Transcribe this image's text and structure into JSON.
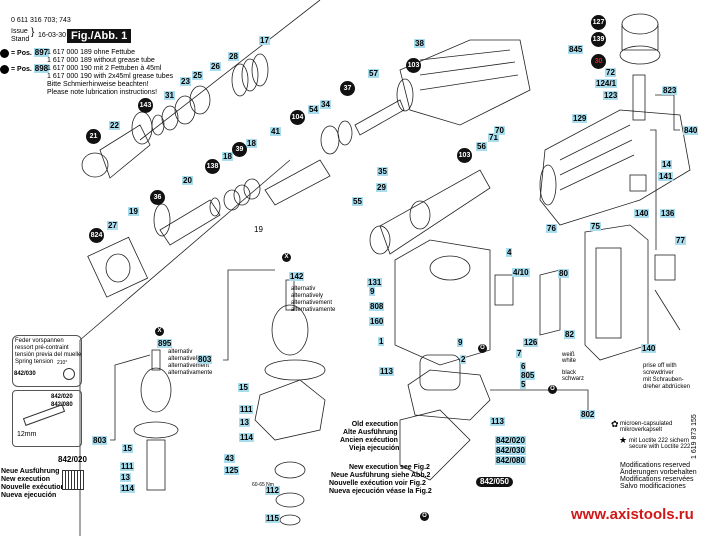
{
  "header": {
    "part_numbers": "0 611 316 703; 743",
    "issue_label": "Issue",
    "stand_label": "Stand",
    "issue_date": "16-03-30",
    "figure_title": "Fig./Abb. 1"
  },
  "lubrication": {
    "pos_label": "= Pos.",
    "pos1": "897",
    "pos2": "898",
    "lines": [
      "1 617 000 189 ohne Fettube",
      "1 617 000 189 without grease tube",
      "1 617 000 190 mit 2 Fettuben à 45ml",
      "1 617 000 190 with 2x45ml grease tubes",
      "Bitte Schmierhinweise beachten!",
      "Please note lubrication instructions!"
    ]
  },
  "inset_spring": {
    "lines": [
      "Feder vorspannen",
      "ressort pré-contraint",
      "tensión previa del muelle",
      "Spring tension"
    ],
    "angle": "210°",
    "part": "842/030"
  },
  "inset_screw": {
    "parts": [
      "842/020",
      "842/080"
    ],
    "dimension": "12mm"
  },
  "inset_new": {
    "part": "842/020",
    "lines": [
      "Neue Ausführung",
      "New execution",
      "Nouvelle exécution",
      "Nueva ejecución"
    ]
  },
  "alternativ_lines": [
    "alternativ",
    "alternatively",
    "alternativement",
    "alternativamente"
  ],
  "old_execution": [
    "Old execution",
    "Alte Ausführung",
    "Ancien exécution",
    "Vieja ejecución"
  ],
  "new_execution": [
    "New execution see Fig.2",
    "Neue Ausführung siehe Abb.2",
    "Nouvelle exécution voir Fig.2",
    "Nueva ejecución véase la Fig.2"
  ],
  "wire_colors": {
    "white": [
      "weiß",
      "white"
    ],
    "black": [
      "black",
      "schwarz"
    ]
  },
  "torque": "60-65 Nm",
  "prise_off": [
    "prise off with",
    "screwdriver",
    "mit Schrauben-",
    "dreher abdrücken"
  ],
  "legend": {
    "microcapsule": [
      "microen-capsulated",
      "mikroverkapselt"
    ],
    "loctite": [
      "mit Loctite 222 sichern",
      "secure with Loctite 222"
    ]
  },
  "modifications": [
    "Modifications reserved",
    "Änderungen vorbehalten",
    "Modifications reservées",
    "Salvo modificaciones"
  ],
  "doc_number": "1 619 873 155",
  "website": "www.axistools.ru",
  "markers": {
    "x": "X",
    "o": "O",
    "star": "★",
    "flower": "✿"
  },
  "colors": {
    "label_bg": "#a9dced",
    "callout_bg": "#111111",
    "website": "#d01818"
  },
  "part_labels": [
    "17",
    "28",
    "26",
    "25",
    "23",
    "31",
    "22",
    "41",
    "18",
    "18",
    "20",
    "19",
    "27",
    "34",
    "54",
    "57",
    "38",
    "35",
    "29",
    "55",
    "56",
    "71",
    "70",
    "76",
    "80",
    "4",
    "4/10",
    "126",
    "7",
    "6",
    "805",
    "5",
    "82",
    "75",
    "77",
    "140",
    "140",
    "136",
    "131",
    "9",
    "808",
    "160",
    "1",
    "9",
    "113",
    "2",
    "113",
    "842/020",
    "842/030",
    "842/080",
    "802",
    "845",
    "72",
    "124/1",
    "123",
    "823",
    "129",
    "840",
    "14",
    "141",
    "142",
    "895",
    "803",
    "15",
    "111",
    "13",
    "114",
    "43",
    "125",
    "112",
    "115",
    "803",
    "15",
    "111",
    "13",
    "114",
    "19"
  ],
  "callouts": [
    "21",
    "143",
    "39",
    "138",
    "36",
    "824",
    "104",
    "37",
    "103",
    "103",
    "127",
    "139",
    "30"
  ],
  "dark_label": "842/050"
}
